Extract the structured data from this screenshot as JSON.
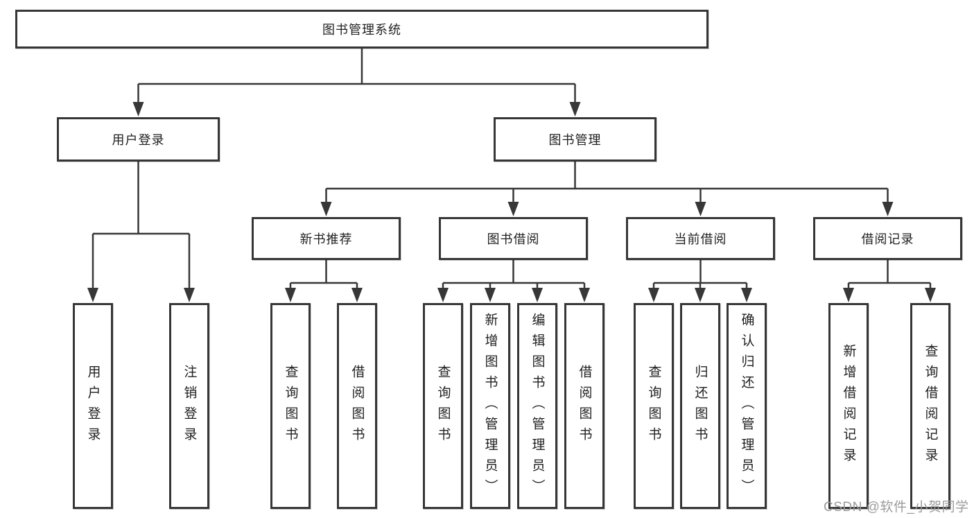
{
  "nodes": {
    "root": "图书管理系统",
    "level2": [
      "用户登录",
      "图书管理"
    ],
    "level3": [
      "新书推荐",
      "图书借阅",
      "当前借阅",
      "借阅记录"
    ],
    "leaves": [
      [
        "用户登录",
        "注销登录"
      ],
      [
        "查询图书",
        "借阅图书"
      ],
      [
        "查询图书",
        "新增图书（管理员）",
        "编辑图书（管理员）",
        "借阅图书"
      ],
      [
        "查询图书",
        "归还图书",
        "确认归还（管理员）"
      ],
      [
        "新增借阅记录",
        "查询借阅记录"
      ]
    ]
  },
  "watermark": "CSDN @软件_小贺同学",
  "colors": {
    "line": "#373737",
    "box_border": "#363636",
    "text": "#1f1f1f",
    "background": "#ffffff",
    "watermark": "#9b9b9b"
  }
}
